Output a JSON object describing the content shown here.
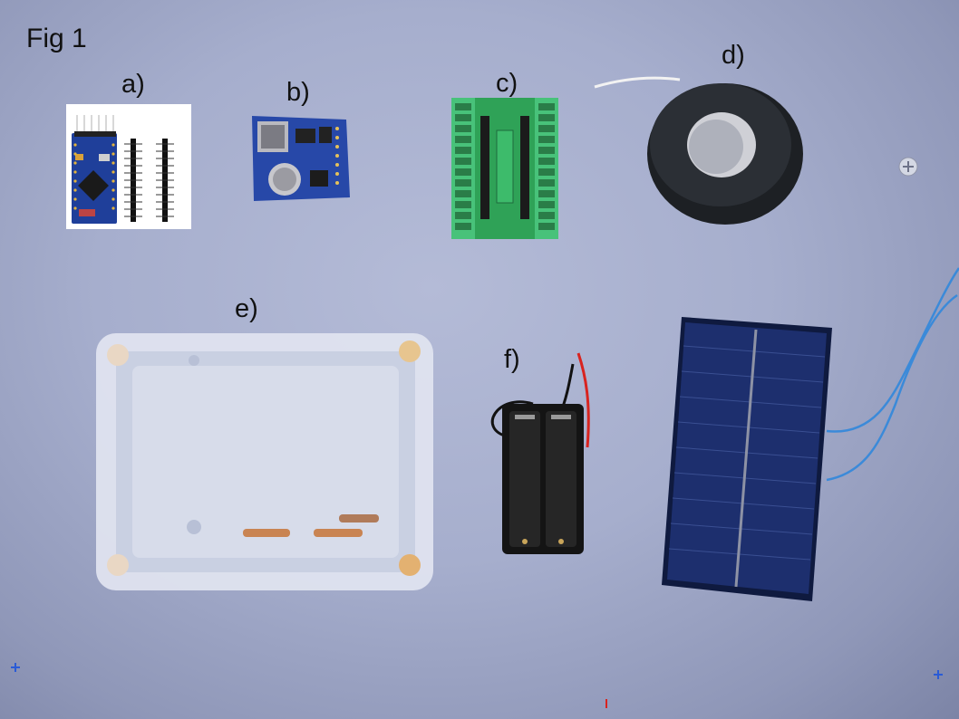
{
  "figure": {
    "title": "Fig 1",
    "labels": {
      "a": "a)",
      "b": "b)",
      "c": "c)",
      "d": "d)",
      "e": "e)",
      "f": "f)"
    }
  },
  "colors": {
    "background": "#a6aecd",
    "pcb_blue": "#1f3f9a",
    "pcb_green": "#2fa257",
    "terminal_green": "#48c27a",
    "ferrite_dark": "#1d2024",
    "solar_cell": "#1d2f6e",
    "enclosure": "#c9d0e2",
    "wire_blue": "#3b8ad9",
    "wire_red": "#d8231f"
  }
}
